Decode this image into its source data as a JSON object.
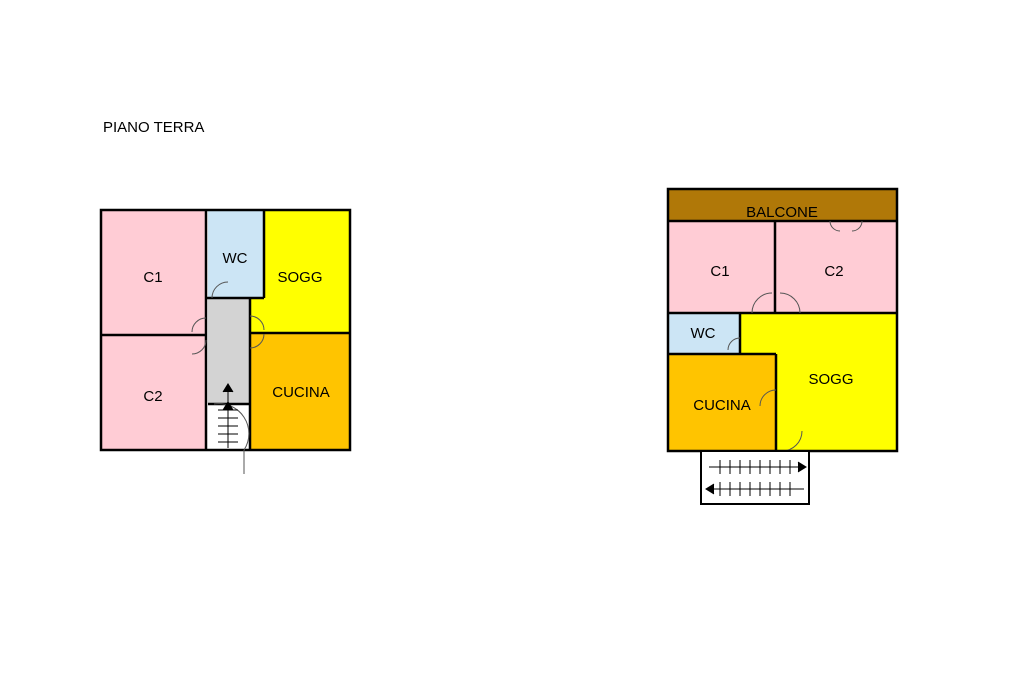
{
  "title": "PIANO TERRA",
  "colors": {
    "bedroom": "#FFCCD5",
    "bathroom": "#CCE5F5",
    "living": "#FFFF00",
    "kitchen": "#FFC400",
    "hallway": "#D3D3D3",
    "balcony": "#B07808",
    "wall": "#000000"
  },
  "ground_floor": {
    "rooms": {
      "c1": "C1",
      "c2": "C2",
      "wc": "WC",
      "sogg": "SOGG",
      "cucina": "CUCINA"
    }
  },
  "first_floor": {
    "rooms": {
      "balcone": "BALCONE",
      "c1": "C1",
      "c2": "C2",
      "wc": "WC",
      "sogg": "SOGG",
      "cucina": "CUCINA"
    }
  }
}
